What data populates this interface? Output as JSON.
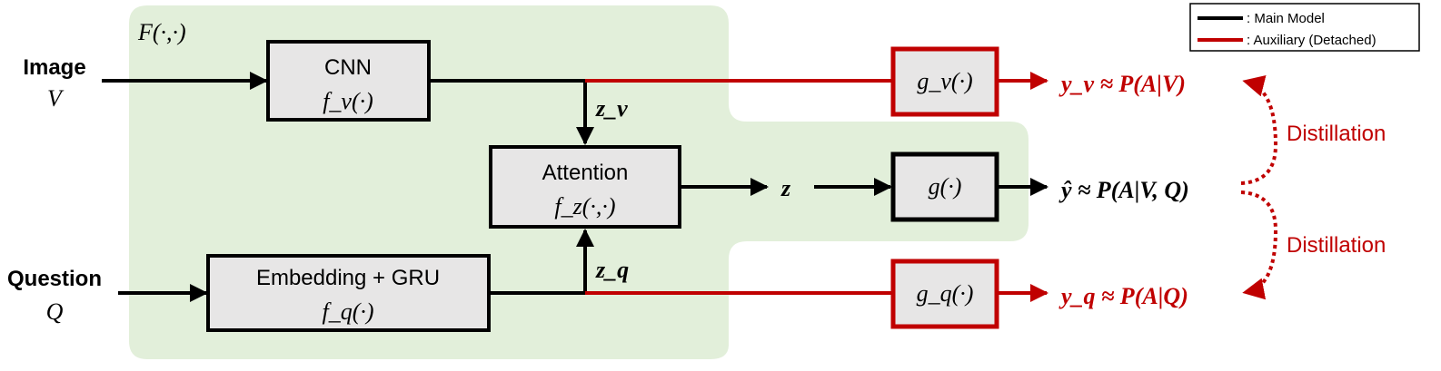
{
  "colors": {
    "main": "#000000",
    "aux": "#c00000",
    "region": "#e2efda",
    "box": "#e7e6e6"
  },
  "legend": {
    "main_label": ": Main Model",
    "aux_label": ": Auxiliary (Detached)"
  },
  "region_label": "F(·,·)",
  "inputs": {
    "image": {
      "label": "Image",
      "symbol": "V"
    },
    "question": {
      "label": "Question",
      "symbol": "Q"
    }
  },
  "boxes": {
    "cnn": {
      "title": "CNN",
      "func": "f_v(·)"
    },
    "attention": {
      "title": "Attention",
      "func": "f_z(·,·)"
    },
    "embedding": {
      "title": "Embedding + GRU",
      "func": "f_q(·)"
    },
    "g_v": {
      "func": "g_v(·)"
    },
    "g": {
      "func": "g(·)"
    },
    "g_q": {
      "func": "g_q(·)"
    }
  },
  "features": {
    "z_v": "z_v",
    "z": "z",
    "z_q": "z_q"
  },
  "outputs": {
    "y_v": "y_v ≈ P(A|V)",
    "y_hat": "ŷ ≈ P(A|V, Q)",
    "y_q": "y_q ≈ P(A|Q)"
  },
  "distillation": {
    "top": "Distillation",
    "bottom": "Distillation"
  }
}
